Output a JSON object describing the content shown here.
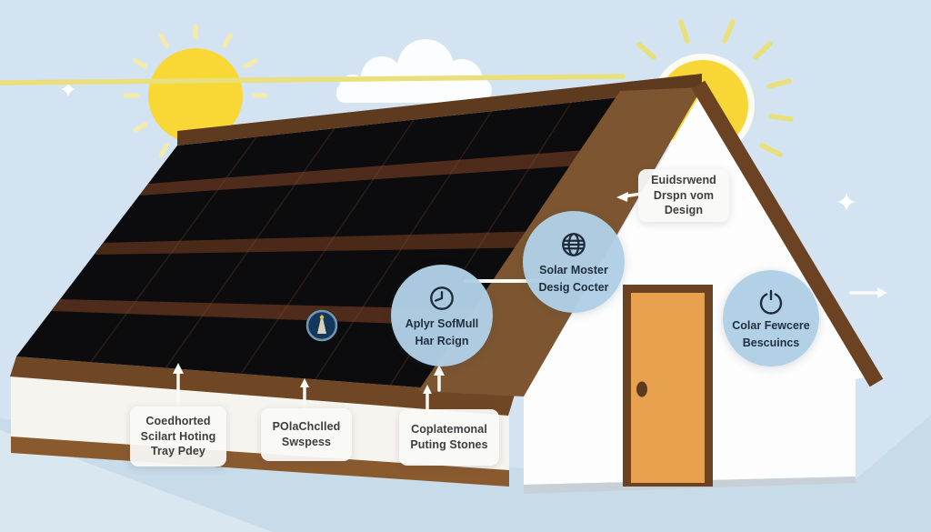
{
  "title": "Solar panel house infographic",
  "palette": {
    "sky": "#d3e3f1",
    "ground": "#c8dbe9",
    "panel_black": "#0c0b0d",
    "panel_stripe_brown": "#4e2b1a",
    "roof_trim_brown": "#6f4724",
    "gable_band_brown": "#7d5530",
    "wall_base_brown": "#8a5a2f",
    "door_orange": "#e8a14e",
    "door_frame_brown": "#6b4323",
    "sun_yellow": "#f7d636",
    "sun_ray_pale": "#f4eca6",
    "circle_blue": "#aed0e6",
    "label_bg": "#f8f8f6",
    "label_text": "#3d3d3d",
    "circle_text": "#1f2e3d",
    "badge_navy": "#15375b"
  },
  "icons": {
    "globe": "globe-icon",
    "clock": "clock-icon",
    "power": "power-icon",
    "badge": "roof-badge-icon",
    "sun_left": "sun-icon",
    "sun_right": "sun-behind-roof-icon",
    "cloud": "cloud-icon",
    "sparkle": "sparkle-icon"
  },
  "callouts": {
    "design_label": {
      "lines": [
        "Euidsrwend",
        "Drspn vom",
        "Design"
      ]
    },
    "globe_circle": {
      "lines": [
        "Solar Moster",
        "Desig Cocter"
      ]
    },
    "clock_circle": {
      "lines": [
        "Aplyr SofMull",
        "Har Rcign"
      ]
    },
    "power_circle": {
      "lines": [
        "Colar Fewcere",
        "Bescuincs"
      ]
    },
    "tray_label": {
      "lines": [
        "Coedhorted",
        "Scilart Hoting",
        "Tray Pdey"
      ]
    },
    "swspess_label": {
      "lines": [
        "POlaChclled",
        "Swspess"
      ]
    },
    "stones_label": {
      "lines": [
        "Coplatemonal",
        "Puting Stones"
      ]
    }
  }
}
